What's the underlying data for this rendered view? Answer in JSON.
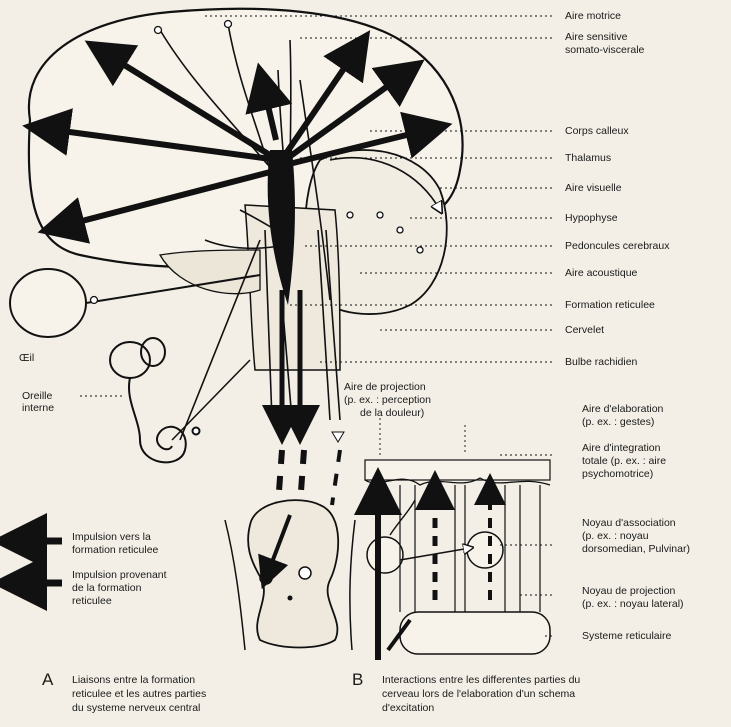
{
  "labels_right": {
    "aire_motrice": "Aire motrice",
    "aire_sensitive_1": "Aire sensitive",
    "aire_sensitive_2": "somato-viscerale",
    "corps_calleux": "Corps calleux",
    "thalamus": "Thalamus",
    "aire_visuelle": "Aire visuelle",
    "hypophyse": "Hypophyse",
    "pedoncules": "Pedoncules cerebraux",
    "aire_acoustique": "Aire acoustique",
    "formation_reticulee": "Formation reticulee",
    "cervelet": "Cervelet",
    "bulbe": "Bulbe rachidien"
  },
  "labels_left": {
    "oeil": "Œil",
    "oreille_1": "Oreille",
    "oreille_2": "interne"
  },
  "projection": {
    "line1": "Aire de projection",
    "line2": "(p. ex. : perception",
    "line3": "de la douleur)"
  },
  "panel_b_labels": {
    "elaboration_1": "Aire d'elaboration",
    "elaboration_2": "(p. ex. : gestes)",
    "integration_1": "Aire d'integration",
    "integration_2": "totale (p. ex. : aire",
    "integration_3": "psychomotrice)",
    "association_1": "Noyau d'association",
    "association_2": "(p. ex. : noyau",
    "association_3": "dorsomedian, Pulvinar)",
    "projection_1": "Noyau de projection",
    "projection_2": "(p. ex. : noyau lateral)",
    "systeme": "Systeme reticulaire"
  },
  "legend": {
    "vers_1": "Impulsion vers la",
    "vers_2": "formation reticulee",
    "provenant_1": "Impulsion provenant",
    "provenant_2": "de la formation",
    "provenant_3": "reticulee"
  },
  "captions": {
    "a_letter": "A",
    "a_text_1": "Liaisons entre la formation",
    "a_text_2": "reticulee et les autres parties",
    "a_text_3": "du systeme nerveux central",
    "b_letter": "B",
    "b_text_1": "Interactions entre les differentes parties du",
    "b_text_2": "cerveau lors de l'elaboration d'un schema",
    "b_text_3": "d'excitation"
  }
}
